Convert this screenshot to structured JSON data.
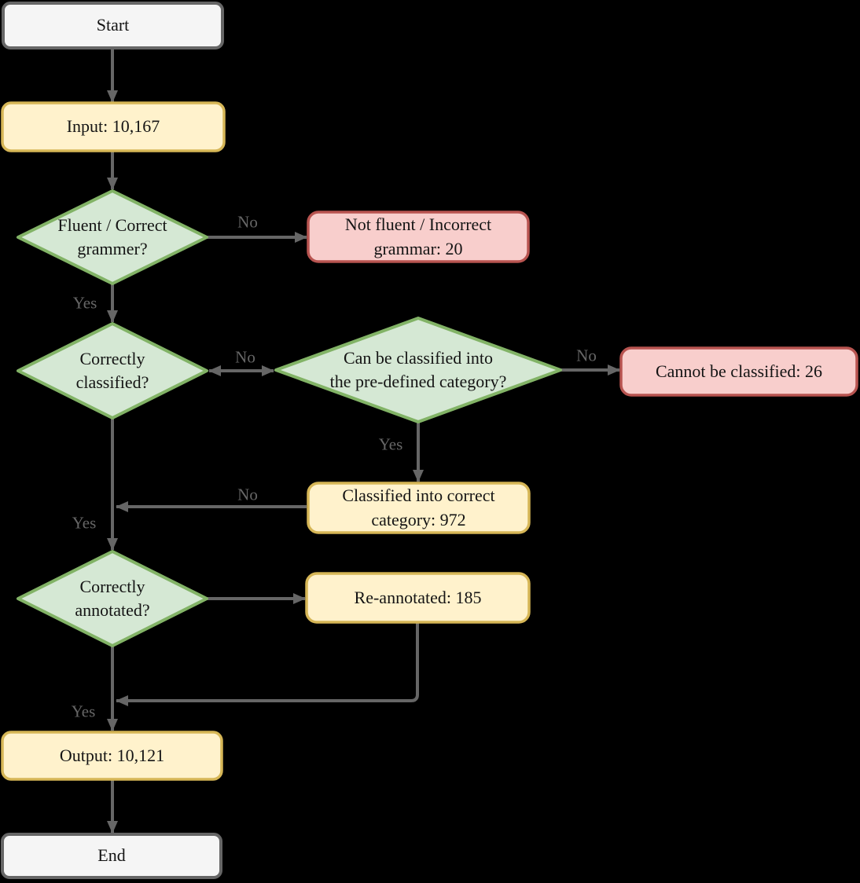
{
  "diagram": {
    "nodes": {
      "start": {
        "label": "Start"
      },
      "input": {
        "label": "Input: 10,167"
      },
      "fluent_check": {
        "label": "Fluent / Correct\ngrammer?"
      },
      "not_fluent": {
        "label": "Not fluent / Incorrect\ngrammar: 20"
      },
      "correctly_classified": {
        "label": "Correctly\nclassified?"
      },
      "can_be_classified": {
        "label": "Can be classified into\nthe pre-defined category?"
      },
      "cannot_be_classified": {
        "label": "Cannot be classified: 26"
      },
      "classified_correct": {
        "label": "Classified into correct\ncategory: 972"
      },
      "correctly_annotated": {
        "label": "Correctly\nannotated?"
      },
      "re_annotated": {
        "label": "Re-annotated: 185"
      },
      "output": {
        "label": "Output: 10,121"
      },
      "end": {
        "label": "End"
      }
    },
    "edge_labels": {
      "fluent_no": "No",
      "fluent_yes": "Yes",
      "classified_swap_no": "No",
      "can_classify_no": "No",
      "can_classify_yes": "Yes",
      "reclassify_merge_no": "No",
      "classified_yes": "Yes",
      "annotated_yes": "Yes"
    },
    "colors": {
      "terminator_fill": "#F5F5F5",
      "terminator_stroke": "#666666",
      "process_fill": "#FFF2CC",
      "process_stroke": "#D6B656",
      "decision_fill": "#D5E8D4",
      "decision_stroke": "#82B366",
      "removed_fill": "#F8CECC",
      "removed_stroke": "#B85450",
      "arrow_color": "#666666",
      "background": "#000000"
    }
  }
}
